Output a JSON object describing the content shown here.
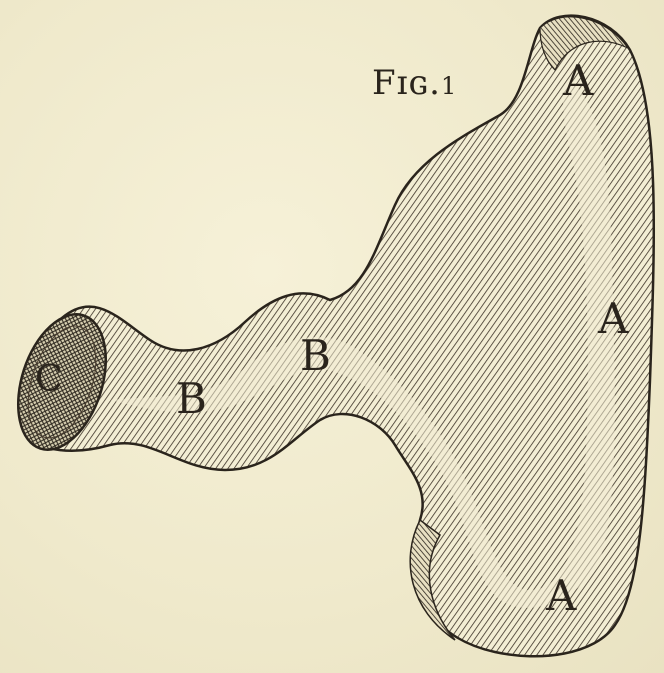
{
  "figure": {
    "title_main": "Fɪɢ.",
    "title_number": "1"
  },
  "labels": {
    "a1": "A",
    "a2": "A",
    "a3": "A",
    "b1": "B",
    "b2": "B",
    "c": "C"
  },
  "colors": {
    "paper": "#f1ecd0",
    "ink": "#2a241c",
    "hatch": "#3b3126"
  }
}
